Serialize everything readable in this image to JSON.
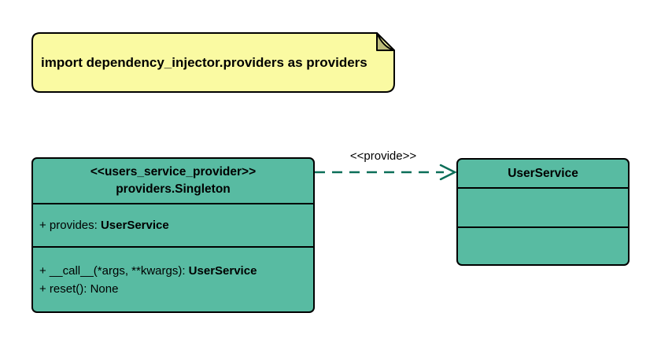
{
  "note": {
    "text": "import dependency_injector.providers as providers"
  },
  "singleton_class": {
    "stereotype": "<<users_service_provider>>",
    "name": "providers.Singleton",
    "attributes": [
      {
        "text": "+ provides: ",
        "type": "UserService"
      }
    ],
    "methods": [
      {
        "text": "+ __call__(*args, **kwargs): ",
        "type": "UserService"
      },
      {
        "text": "+ reset(): None",
        "type": ""
      }
    ]
  },
  "user_service_class": {
    "name": "UserService"
  },
  "arrow": {
    "label": "<<provide>>"
  },
  "colors": {
    "class_fill": "#58bba2",
    "note_fill": "#fafaa2",
    "note_fold": "#bcbc7a",
    "border": "#000000",
    "arrow": "#0b6e58",
    "text": "#000000",
    "background": "#ffffff"
  }
}
